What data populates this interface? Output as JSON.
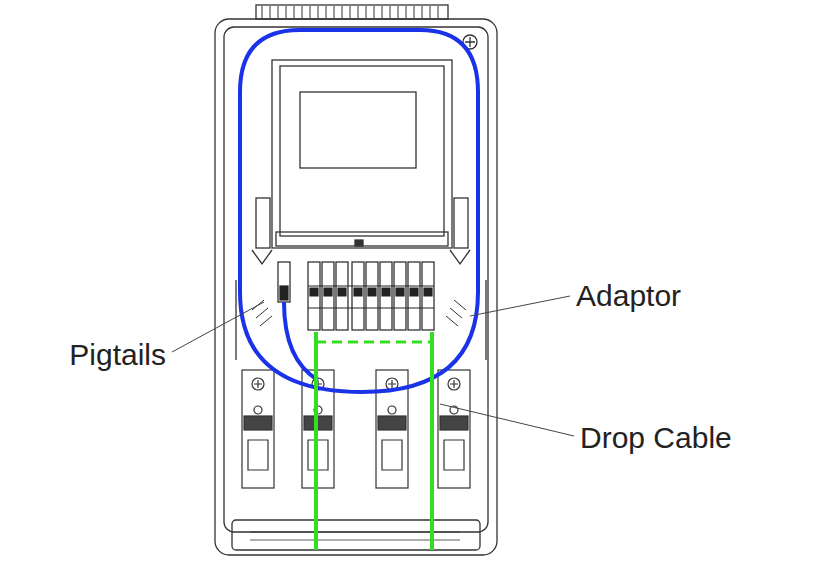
{
  "diagram": {
    "labels": [
      "Pigtails",
      "Adaptor",
      "Drop Cable"
    ]
  }
}
